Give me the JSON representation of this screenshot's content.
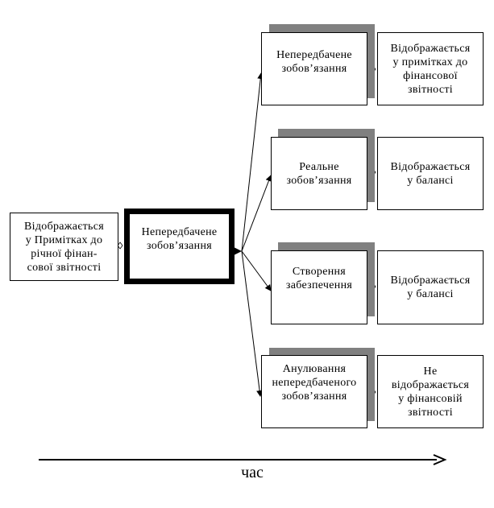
{
  "left_note": "Відображається\nу Примітках до\nрічної фінан-\nсової звітності",
  "center": "Непередбачене\nзобов’язання",
  "branches": [
    {
      "event": "Непередбачене\nзобов’язання",
      "treatment": "Відображається\nу примітках до\nфінансової\nзвітності"
    },
    {
      "event": "Реальне\nзобов’язання",
      "treatment": "Відображається\nу балансі"
    },
    {
      "event": "Створення\nзабезпечення",
      "treatment": "Відображається\nу балансі"
    },
    {
      "event": "Анулювання\nнепередбаченого\nзобов’язання",
      "treatment": "Не\nвідображається\nу фінансовій\nзвітності"
    }
  ],
  "time_axis_label": "час"
}
